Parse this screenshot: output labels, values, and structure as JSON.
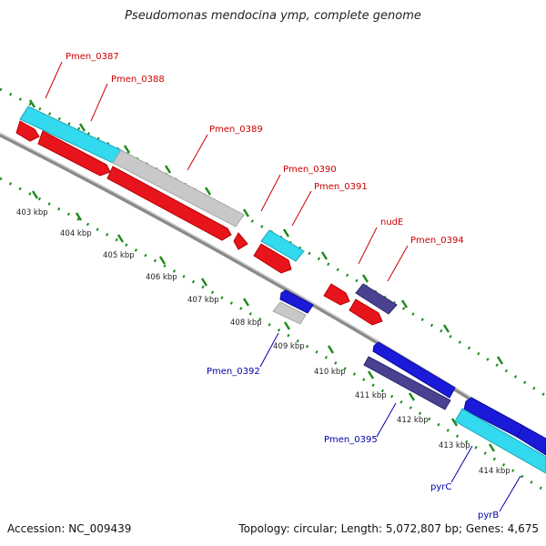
{
  "title": "Pseudomonas mendocina ymp, complete genome",
  "footer": {
    "accession": "Accession: NC_009439",
    "topology": "Topology: circular; Length: 5,072,807 bp; Genes: 4,675"
  },
  "colors": {
    "forward_gene": "#e8141c",
    "reverse_gene": "#1a1ad8",
    "rna_gene": "#33d9ee",
    "pseudo_gene": "#c8c8c8",
    "other_gene": "#4a4290",
    "forward_label": "#cc0000",
    "reverse_label": "#0000aa",
    "tick": "#1d8a1d",
    "backbone": "#8a8a8a"
  },
  "scale_labels": [
    "403 kbp",
    "404 kbp",
    "405 kbp",
    "406 kbp",
    "407 kbp",
    "408 kbp",
    "409 kbp",
    "410 kbp",
    "411 kbp",
    "412 kbp",
    "413 kbp",
    "414 kbp"
  ],
  "forward_labels": [
    "Pmen_0387",
    "Pmen_0388",
    "Pmen_0389",
    "Pmen_0390",
    "Pmen_0391",
    "nudE",
    "Pmen_0394"
  ],
  "reverse_labels": [
    "Pmen_0392",
    "Pmen_0395",
    "pyrC",
    "pyrB"
  ]
}
